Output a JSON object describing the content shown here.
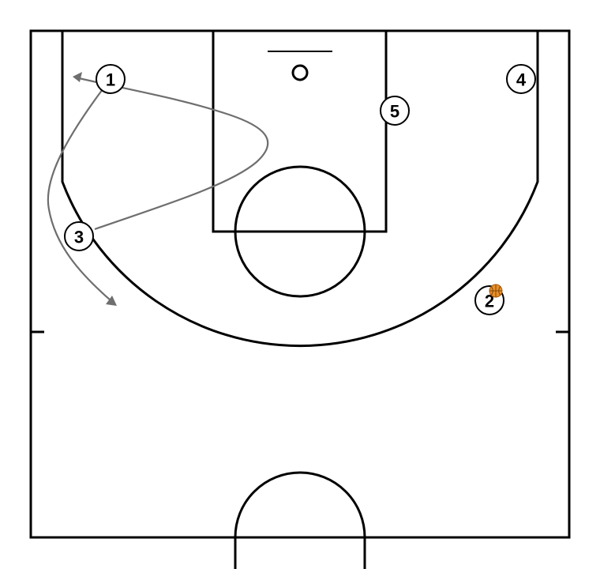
{
  "players": [
    {
      "id": "p1",
      "label": "1"
    },
    {
      "id": "p2",
      "label": "2"
    },
    {
      "id": "p3",
      "label": "3"
    },
    {
      "id": "p4",
      "label": "4"
    },
    {
      "id": "p5",
      "label": "5"
    }
  ],
  "ball_holder": "2",
  "colors": {
    "court_line": "#000000",
    "movement_path": "#6e6e6e",
    "ball": "#e8902a",
    "background": "#ffffff"
  }
}
